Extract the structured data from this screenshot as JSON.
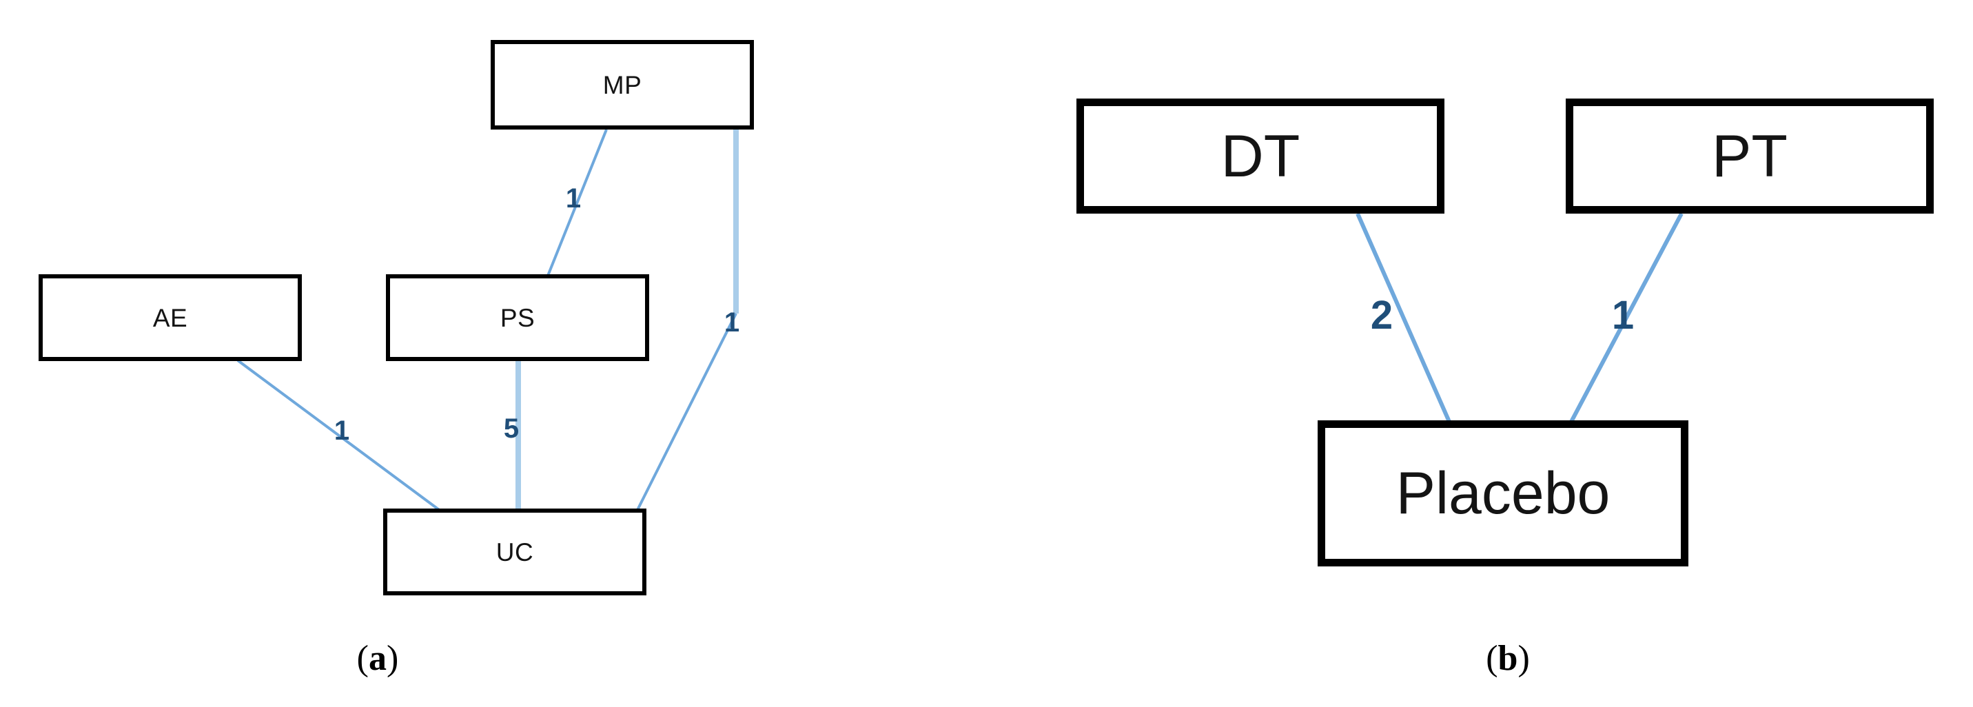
{
  "figure": {
    "background_color": "#ffffff",
    "edge_color": "#6fa8dc",
    "edge_label_color": "#1f4e79",
    "node_border_color": "#000000",
    "node_fill_color": "#ffffff",
    "node_text_color": "#141414"
  },
  "panels": [
    {
      "id": "a",
      "caption_open": "(",
      "caption_letter": "a",
      "caption_close": ")",
      "graph": {
        "type": "network",
        "nodes": [
          {
            "id": "MP",
            "label": "MP"
          },
          {
            "id": "AE",
            "label": "AE"
          },
          {
            "id": "PS",
            "label": "PS"
          },
          {
            "id": "UC",
            "label": "UC"
          }
        ],
        "edges": [
          {
            "source": "MP",
            "target": "PS",
            "weight": "1"
          },
          {
            "source": "MP",
            "target": "UC",
            "weight": "1"
          },
          {
            "source": "AE",
            "target": "UC",
            "weight": "1"
          },
          {
            "source": "PS",
            "target": "UC",
            "weight": "5"
          }
        ]
      }
    },
    {
      "id": "b",
      "caption_open": "(",
      "caption_letter": "b",
      "caption_close": ")",
      "graph": {
        "type": "network",
        "nodes": [
          {
            "id": "DT",
            "label": "DT"
          },
          {
            "id": "PT",
            "label": "PT"
          },
          {
            "id": "Placebo",
            "label": "Placebo"
          }
        ],
        "edges": [
          {
            "source": "DT",
            "target": "Placebo",
            "weight": "2"
          },
          {
            "source": "PT",
            "target": "Placebo",
            "weight": "1"
          }
        ]
      }
    }
  ]
}
